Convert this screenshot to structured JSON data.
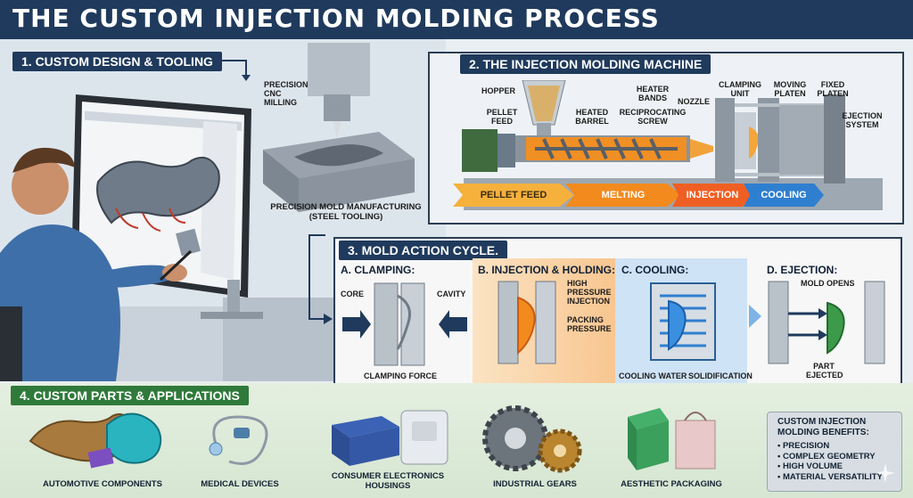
{
  "title": "THE CUSTOM INJECTION MOLDING PROCESS",
  "section1": {
    "label": "1. CUSTOM DESIGN & TOOLING",
    "cnc": "PRECISION CNC MILLING",
    "mold_line1": "PRECISION MOLD MANUFACTURING",
    "mold_line2": "(STEEL TOOLING)"
  },
  "section2": {
    "label": "2. THE INJECTION MOLDING MACHINE",
    "parts": {
      "hopper": "HOPPER",
      "pellet_feed": "PELLET FEED",
      "heated_barrel": "HEATED BARREL",
      "heater_bands": "HEATER BANDS",
      "reciprocating_screw": "RECIPROCATING SCREW",
      "nozzle": "NOZZLE",
      "clamping_unit": "CLAMPING UNIT",
      "moving_platen": "MOVING PLATEN",
      "fixed_platen": "FIXED PLATEN",
      "ejection_system": "EJECTION SYSTEM"
    },
    "flow": [
      "PELLET FEED",
      "MELTING",
      "INJECTION",
      "COOLING"
    ]
  },
  "section3": {
    "label": "3. MOLD ACTION CYCLE.",
    "steps": {
      "a": {
        "title": "A. CLAMPING:",
        "core": "CORE",
        "cavity": "CAVITY",
        "force": "CLAMPING FORCE"
      },
      "b": {
        "title": "B. INJECTION & HOLDING:",
        "high_pressure": "HIGH PRESSURE INJECTION",
        "packing": "PACKING PRESSURE"
      },
      "c": {
        "title": "C. COOLING:",
        "water": "COOLING WATER",
        "solid": "SOLIDIFICATION"
      },
      "d": {
        "title": "D. EJECTION:",
        "opens": "MOLD OPENS",
        "ejected": "PART EJECTED"
      }
    }
  },
  "section4": {
    "label": "4. CUSTOM PARTS & APPLICATIONS",
    "apps": [
      "AUTOMOTIVE COMPONENTS",
      "MEDICAL DEVICES",
      "CONSUMER ELECTRONICS HOUSINGS",
      "INDUSTRIAL GEARS",
      "AESTHETIC PACKAGING"
    ],
    "benefits_title": "CUSTOM INJECTION MOLDING BENEFITS:",
    "benefits": [
      "• PRECISION",
      "• COMPLEX GEOMETRY",
      "• HIGH VOLUME",
      "• MATERIAL VERSATILITY"
    ]
  },
  "colors": {
    "navy": "#1f3a5c",
    "green": "#2f7a3a",
    "orange": "#f28a1e",
    "blue": "#2f7fd0"
  }
}
